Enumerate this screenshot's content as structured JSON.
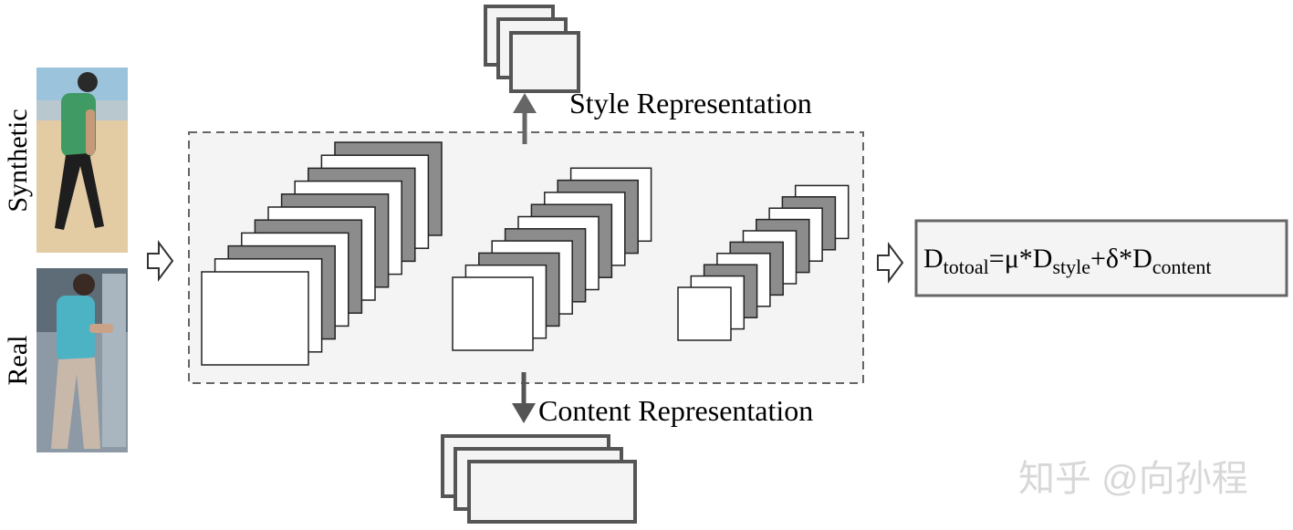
{
  "input_labels": {
    "synthetic": "Synthetic",
    "real": "Real"
  },
  "style_label": "Style Representation",
  "content_label": "Content Representation",
  "formula": {
    "d1": "D",
    "sub_total": "totoal",
    "eq": "=μ*D",
    "sub_style": "style",
    "plus": "+δ*D",
    "sub_content": "content"
  },
  "watermark": "知乎 @向孙程",
  "colors": {
    "feature_gray": "#8c8c8c",
    "box_fill": "#f4f4f4",
    "stroke": "#555555",
    "arrow": "#666666"
  }
}
